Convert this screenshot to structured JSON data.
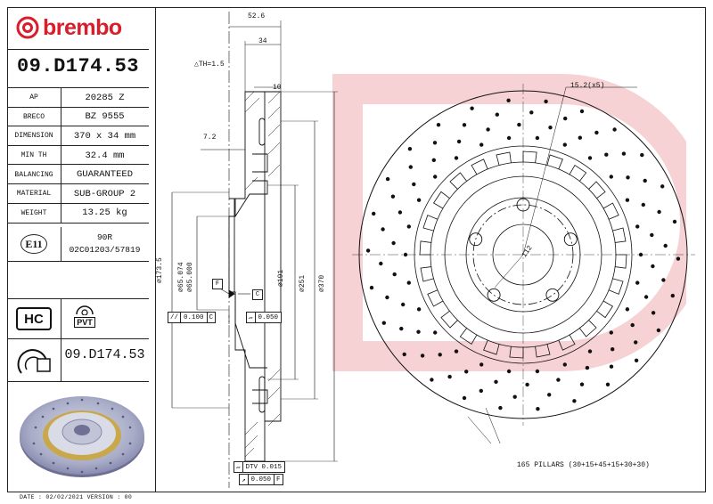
{
  "brand": {
    "name": "brembo",
    "color": "#d81e2a"
  },
  "part_code": "09.D174.53",
  "specs": [
    {
      "key": "AP",
      "value": "20285 Z"
    },
    {
      "key": "BRECO",
      "value": "BZ 9555"
    },
    {
      "key": "DIMENSION",
      "value": "370 x 34 mm"
    },
    {
      "key": "MIN TH",
      "value": "32.4 mm"
    },
    {
      "key": "BALANCING",
      "value": "GUARANTEED"
    },
    {
      "key": "MATERIAL",
      "value": "SUB-GROUP 2"
    },
    {
      "key": "WEIGHT",
      "value": "13.25 kg"
    }
  ],
  "approval": {
    "mark": "E11",
    "line1": "90R",
    "line2": "02C01203/57819"
  },
  "badges": {
    "hc": "HC",
    "pvt": "PVT"
  },
  "part_code_sub": "09.D174.53",
  "footer": "DATE : 02/02/2021 VERSION : 00",
  "drawing": {
    "dims": {
      "d52_6": "52.6",
      "d34": "34",
      "th": "△TH=1.5",
      "d10": "10",
      "d7_2": "7.2",
      "d173_5": "⌀173.5",
      "d65_074": "⌀65.074",
      "d65_000": "⌀65.000",
      "d191": "⌀191",
      "d251": "⌀251",
      "d370": "⌀370",
      "holes": "15.2(x5)",
      "pcd": "112",
      "pillars": "165 PILLARS (30+15+45+15+30+30)"
    },
    "tags": {
      "f": "F",
      "c": "C"
    },
    "tolerances": {
      "parallel": {
        "symbol": "//",
        "value": "0.100",
        "ref": "C"
      },
      "flatness": {
        "symbol": "▱",
        "value": "0.050"
      },
      "dtv": {
        "label": "DTV 0.015"
      },
      "runout": {
        "symbol": "↗",
        "value": "0.050",
        "ref": "F"
      }
    }
  }
}
